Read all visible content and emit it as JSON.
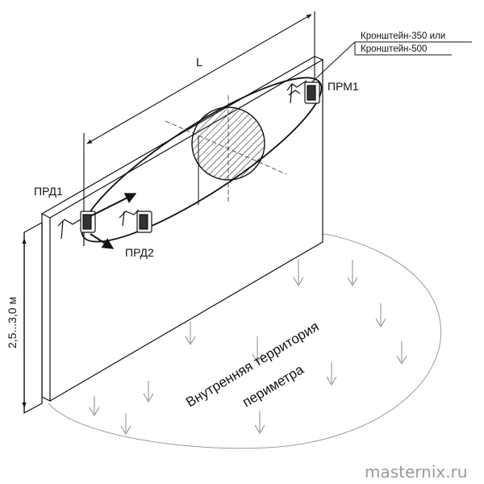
{
  "labels": {
    "length": "L",
    "bracket_line1": "Кронштейн-350 или",
    "bracket_line2": "Кронштейн-500",
    "receiver": "ПРМ1",
    "transmitter1": "ПРД1",
    "transmitter2": "ПРД2",
    "height": "2,5...3,0 м",
    "territory_line1": "Внутренняя территория",
    "territory_line2": "периметра"
  },
  "watermark": "masternix.ru",
  "colors": {
    "line": "#111111",
    "ground": "#9a9a9a",
    "watermark": "#9a9a9a"
  }
}
